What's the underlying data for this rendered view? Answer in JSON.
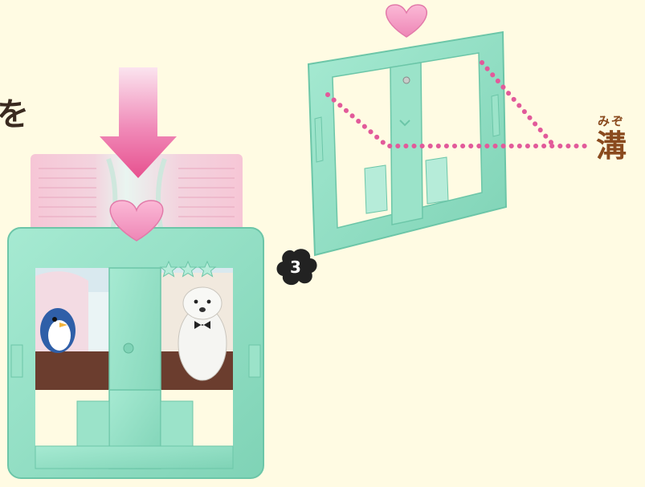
{
  "label": {
    "ruby": "みぞ",
    "kanji": "溝"
  },
  "partial_text": "を",
  "step_number": "3",
  "colors": {
    "frame": "#8fe0c4",
    "frame_dark": "#6cc6a8",
    "heart": "#f49ac4",
    "arrow": "#e7518f",
    "dots": "#e25a9a",
    "kanji": "#8a4a1e",
    "background": "#fffbe3"
  },
  "icons": [
    "heart-icon",
    "star-icon",
    "down-arrow-icon",
    "step-number-icon"
  ]
}
